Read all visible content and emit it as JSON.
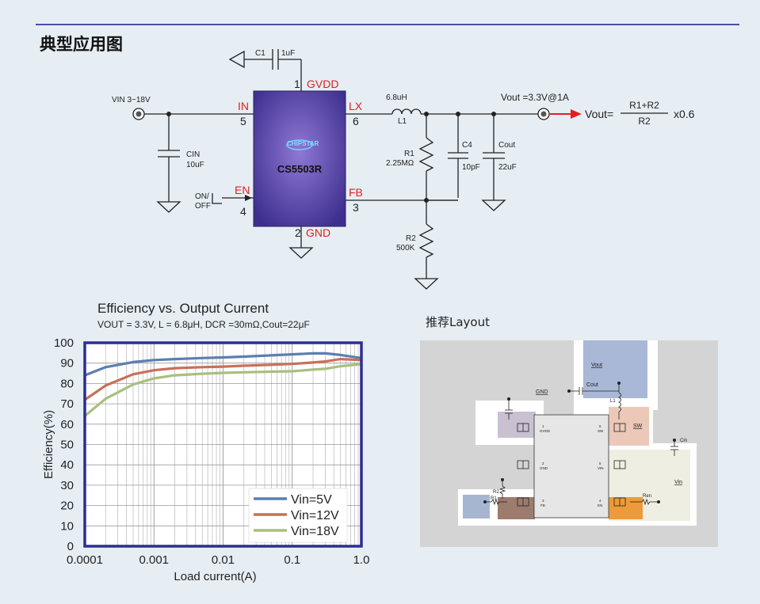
{
  "page": {
    "title": "典型应用图",
    "layout_title": "推荐Layout"
  },
  "schematic": {
    "chip_name": "CS5503R",
    "chip_logo": "CHIPSTAR",
    "vin_label": "VIN  3~18V",
    "c1_label": "C1",
    "c1_value": "1uF",
    "pins": {
      "gvdd": "GVDD",
      "gvdd_num": "1",
      "in": "IN",
      "in_num": "5",
      "en": "EN",
      "en_num": "4",
      "gnd": "GND",
      "gnd_num": "2",
      "lx": "LX",
      "lx_num": "6",
      "fb": "FB",
      "fb_num": "3"
    },
    "cin_label": "CIN",
    "cin_value": "10uF",
    "onoff_1": "ON/",
    "onoff_2": "OFF",
    "l1_value": "6.8uH",
    "l1_label": "L1",
    "r1_label": "R1",
    "r1_value": "2.25MΩ",
    "c4_label": "C4",
    "c4_value": "10pF",
    "cout_label": "Cout",
    "cout_value": "22uF",
    "r2_label": "R2",
    "r2_value": "500K",
    "vout_label": "Vout =3.3V@1A",
    "formula_lhs": "Vout=",
    "formula_num": "R1+R2",
    "formula_den": "R2",
    "formula_mult": "x0.6"
  },
  "chart_data": {
    "type": "line",
    "title": "Efficiency vs. Output Current",
    "subtitle": "VOUT = 3.3V, L = 6.8μH, DCR =30mΩ,Cout=22μF",
    "xlabel": "Load current(A)",
    "ylabel": "Efficiency(%)",
    "x_scale": "log",
    "xlim": [
      0.0001,
      1.0
    ],
    "ylim": [
      0,
      100
    ],
    "x_ticks": [
      "0.0001",
      "0.001",
      "0.01",
      "0.1",
      "1.0"
    ],
    "y_ticks": [
      "0",
      "10",
      "20",
      "30",
      "40",
      "50",
      "60",
      "70",
      "80",
      "90",
      "100"
    ],
    "grid": true,
    "legend_position": "bottom-right",
    "series": [
      {
        "name": "Vin=5V",
        "color": "#5b7fb0",
        "x": [
          0.0001,
          0.0002,
          0.0005,
          0.001,
          0.002,
          0.005,
          0.01,
          0.02,
          0.05,
          0.1,
          0.2,
          0.3,
          0.5,
          1.0
        ],
        "y": [
          84,
          88,
          90.5,
          91.5,
          92,
          92.5,
          92.8,
          93.2,
          93.8,
          94.3,
          94.8,
          94.8,
          94,
          92.5
        ]
      },
      {
        "name": "Vin=12V",
        "color": "#c8705a",
        "x": [
          0.0001,
          0.0002,
          0.0005,
          0.001,
          0.002,
          0.005,
          0.01,
          0.02,
          0.05,
          0.1,
          0.2,
          0.3,
          0.5,
          1.0
        ],
        "y": [
          72,
          79,
          84.5,
          86.5,
          87.5,
          88,
          88.3,
          88.7,
          89.2,
          89.6,
          90.3,
          90.8,
          92,
          91.5
        ]
      },
      {
        "name": "Vin=18V",
        "color": "#a9bf80",
        "x": [
          0.0001,
          0.0002,
          0.0005,
          0.001,
          0.002,
          0.005,
          0.01,
          0.02,
          0.05,
          0.1,
          0.2,
          0.3,
          0.5,
          1.0
        ],
        "y": [
          64,
          72.5,
          79.5,
          82.5,
          84,
          84.8,
          85.2,
          85.5,
          85.8,
          86,
          86.8,
          87.2,
          88.5,
          89.5
        ]
      }
    ]
  },
  "layout": {
    "vout": "Vout",
    "gnd": "GND",
    "cout": "Cout",
    "l1": "L1",
    "sw": "SW",
    "cin": "Cin",
    "vin": "Vin",
    "ren": "Ren",
    "r1": "R1",
    "r2": "R2",
    "pin_l1_num": "1",
    "pin_l1_name": "GVDD",
    "pin_l2_num": "2",
    "pin_l2_name": "GND",
    "pin_l3_num": "3",
    "pin_l3_name": "FB",
    "pin_r6_num": "6",
    "pin_r6_name": "SW",
    "pin_r5_num": "5",
    "pin_r5_name": "VIN",
    "pin_r4_num": "4",
    "pin_r4_name": "EN",
    "colors": {
      "vout": "#a9b8d6",
      "sw": "#ecc8b9",
      "gvdd": "#c9c0d2",
      "vin_area": "#eeeee2",
      "fb_area": "#9d7c6d",
      "r1_area": "#a7b6d0",
      "en_area": "#ec9a3a",
      "board": "#d4d4d4"
    }
  }
}
